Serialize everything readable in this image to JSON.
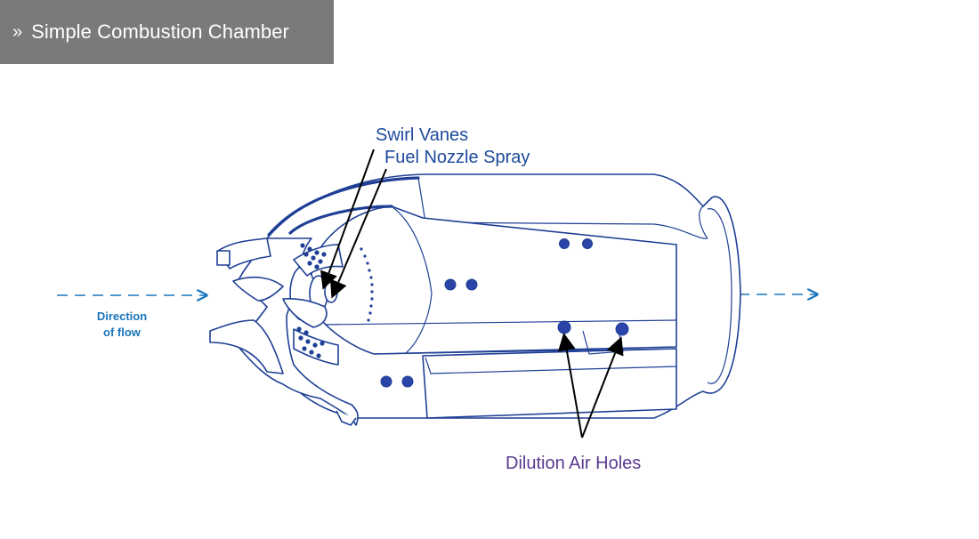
{
  "header": {
    "title": "Simple Combustion Chamber",
    "icon": "double-chevron-right-icon"
  },
  "labels": {
    "swirl_vanes": "Swirl Vanes",
    "fuel_nozzle_spray": "Fuel Nozzle Spray",
    "dilution_air_holes": "Dilution Air Holes",
    "direction_line1": "Direction",
    "direction_line2": "of flow"
  },
  "colors": {
    "header_bg": "#7a7a7a",
    "outline": "#1e3f95",
    "label_blue": "#1d4a9c",
    "label_purple": "#5a3a8f",
    "flow_blue": "#1a75bb"
  }
}
